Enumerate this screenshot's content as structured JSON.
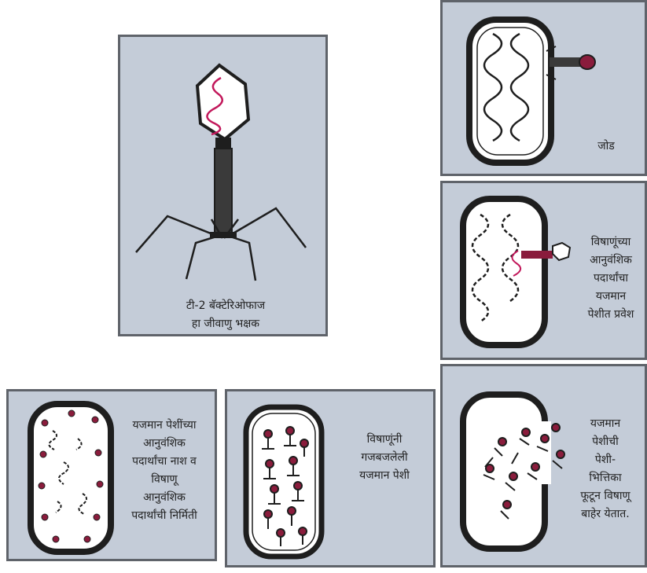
{
  "colors": {
    "panel_bg": "#c4ccd8",
    "panel_border": "#5f636a",
    "ink": "#1e1e1e",
    "dna": "#c2185b",
    "cell_fill": "#ffffff"
  },
  "panels": {
    "phage": {
      "caption": "टी-2 बॅक्टेरिओफाज\nहा जीवाणु भक्षक"
    },
    "attach": {
      "caption": "जोड"
    },
    "inject": {
      "caption": "विषाणूंच्या\nआनुवंशिक\nपदार्थांचा\nयजमान\nपेशीत प्रवेश"
    },
    "replicate": {
      "caption": "यजमान पेशींच्या\nआनुवंशिक\nपदार्थांचा नाश व\nविषाणू\nआनुवंशिक\nपदार्थांची निर्मिती"
    },
    "crowded": {
      "caption": "विषाणूंनी\nगजबजलेली\nयजमान पेशी"
    },
    "lysis": {
      "caption": "यजमान\nपेशीची\nपेशी-\nभित्तिका\nफूटून विषाणू\nबाहेर येतात."
    }
  }
}
